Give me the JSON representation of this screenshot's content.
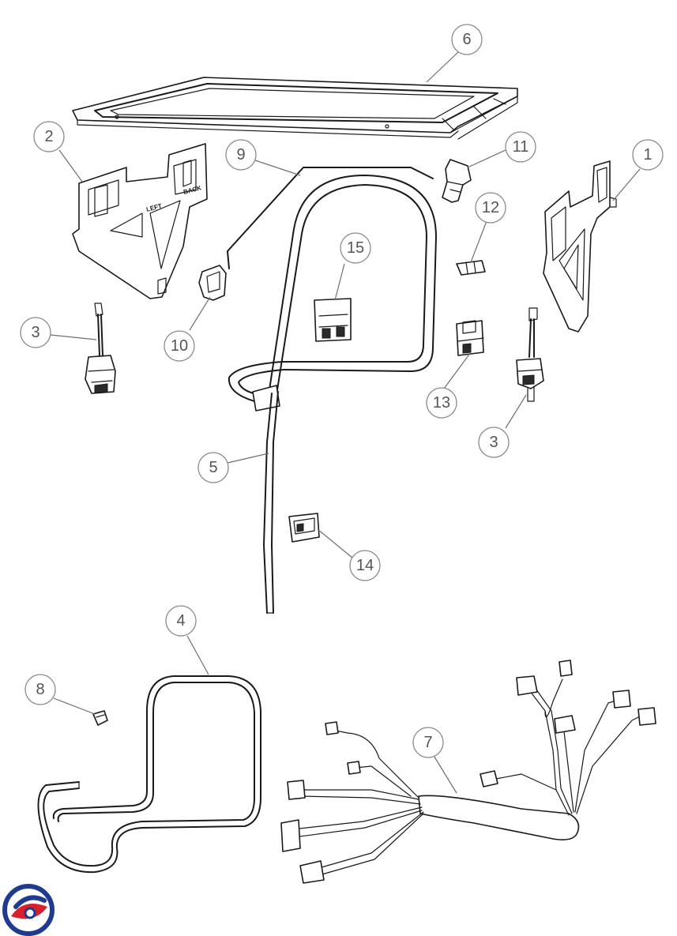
{
  "callouts": [
    {
      "id": "c1",
      "label": "1"
    },
    {
      "id": "c2",
      "label": "2"
    },
    {
      "id": "c3a",
      "label": "3"
    },
    {
      "id": "c3b",
      "label": "3"
    },
    {
      "id": "c4",
      "label": "4"
    },
    {
      "id": "c5",
      "label": "5"
    },
    {
      "id": "c6",
      "label": "6"
    },
    {
      "id": "c7",
      "label": "7"
    },
    {
      "id": "c8",
      "label": "8"
    },
    {
      "id": "c9",
      "label": "9"
    },
    {
      "id": "c10",
      "label": "10"
    },
    {
      "id": "c11",
      "label": "11"
    },
    {
      "id": "c12",
      "label": "12"
    },
    {
      "id": "c13",
      "label": "13"
    },
    {
      "id": "c14",
      "label": "14"
    },
    {
      "id": "c15",
      "label": "15"
    }
  ],
  "bracket_left_stamps": {
    "left": "LEFT",
    "back": "BACK"
  },
  "logo": {
    "colors": {
      "blue": "#1f3b8f",
      "red": "#d81f2a"
    }
  }
}
